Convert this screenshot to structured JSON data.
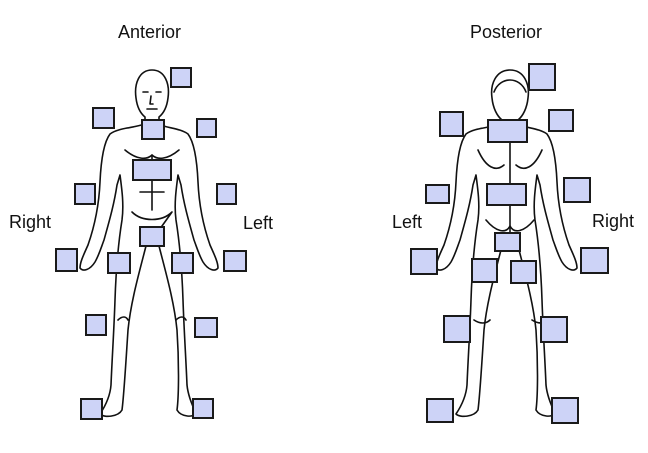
{
  "views": {
    "anterior": {
      "title": "Anterior",
      "left_label": "Right",
      "right_label": "Left"
    },
    "posterior": {
      "title": "Posterior",
      "left_label": "Left",
      "right_label": "Right"
    }
  },
  "colors": {
    "box_fill": "#cdd3f7",
    "box_border": "#1a1a1a",
    "outline": "#111111"
  }
}
